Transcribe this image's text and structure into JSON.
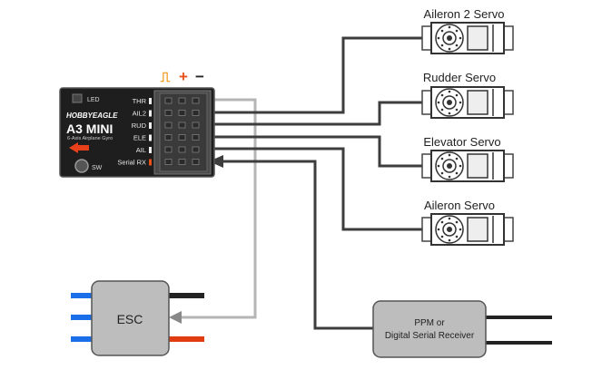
{
  "controller": {
    "brand": "HOBBYEAGLE",
    "model": "A3 MINI",
    "subtitle": "6-Axis Airplane Gyro",
    "led_label": "LED",
    "sw_label": "SW",
    "ports": [
      "THR",
      "AIL2",
      "RUD",
      "ELE",
      "AIL",
      "Serial RX"
    ],
    "pin_symbols": {
      "signal": "⎍",
      "plus": "+",
      "minus": "−"
    },
    "colors": {
      "signal": "#f08c00",
      "plus": "#e8501a",
      "minus": "#222222",
      "serial_rx_marker": "#e8501a"
    }
  },
  "servos": [
    {
      "label": "Aileron 2 Servo",
      "port": "AIL2"
    },
    {
      "label": "Rudder Servo",
      "port": "RUD"
    },
    {
      "label": "Elevator Servo",
      "port": "ELE"
    },
    {
      "label": "Aileron Servo",
      "port": "AIL"
    }
  ],
  "esc": {
    "label": "ESC",
    "port": "THR",
    "input_wire_color": "#1a6fe8",
    "output_wires": [
      "#222222",
      "#e03c10"
    ]
  },
  "receiver": {
    "label_line1": "PPM or",
    "label_line2": "Digital Serial Receiver",
    "port": "Serial RX"
  }
}
